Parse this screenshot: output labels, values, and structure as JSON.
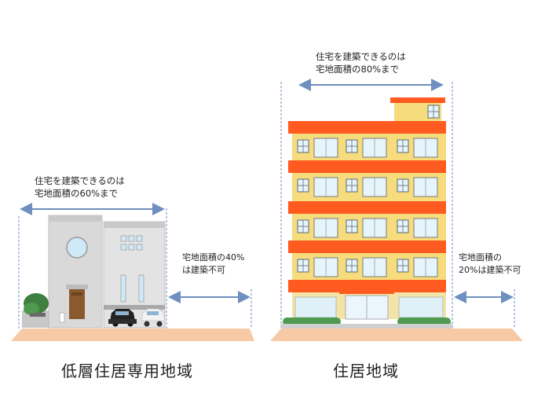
{
  "low_rise": {
    "zone_label": "低層住居専用地域",
    "buildable_line1": "住宅を建築できるのは",
    "buildable_line2": "宅地面積の60%まで",
    "unbuildable_line1": "宅地面積の40%",
    "unbuildable_line2": "は建築不可",
    "buildable_fraction": 0.6
  },
  "residential": {
    "zone_label": "住居地域",
    "buildable_line1": "住宅を建築できるのは",
    "buildable_line2": "宅地面積の80%まで",
    "unbuildable_line1": "宅地面積の",
    "unbuildable_line2": "20%は建築不可",
    "buildable_fraction": 0.8
  },
  "colors": {
    "ground": "#f7c9a4",
    "arrow": "#6e8fbf",
    "guide": "#6e8fbf",
    "house_wall": "#d9d9d9",
    "apartment_wall": "#f6dc7c",
    "apartment_band": "#ff5a1f",
    "tree": "#3f7f3f"
  }
}
